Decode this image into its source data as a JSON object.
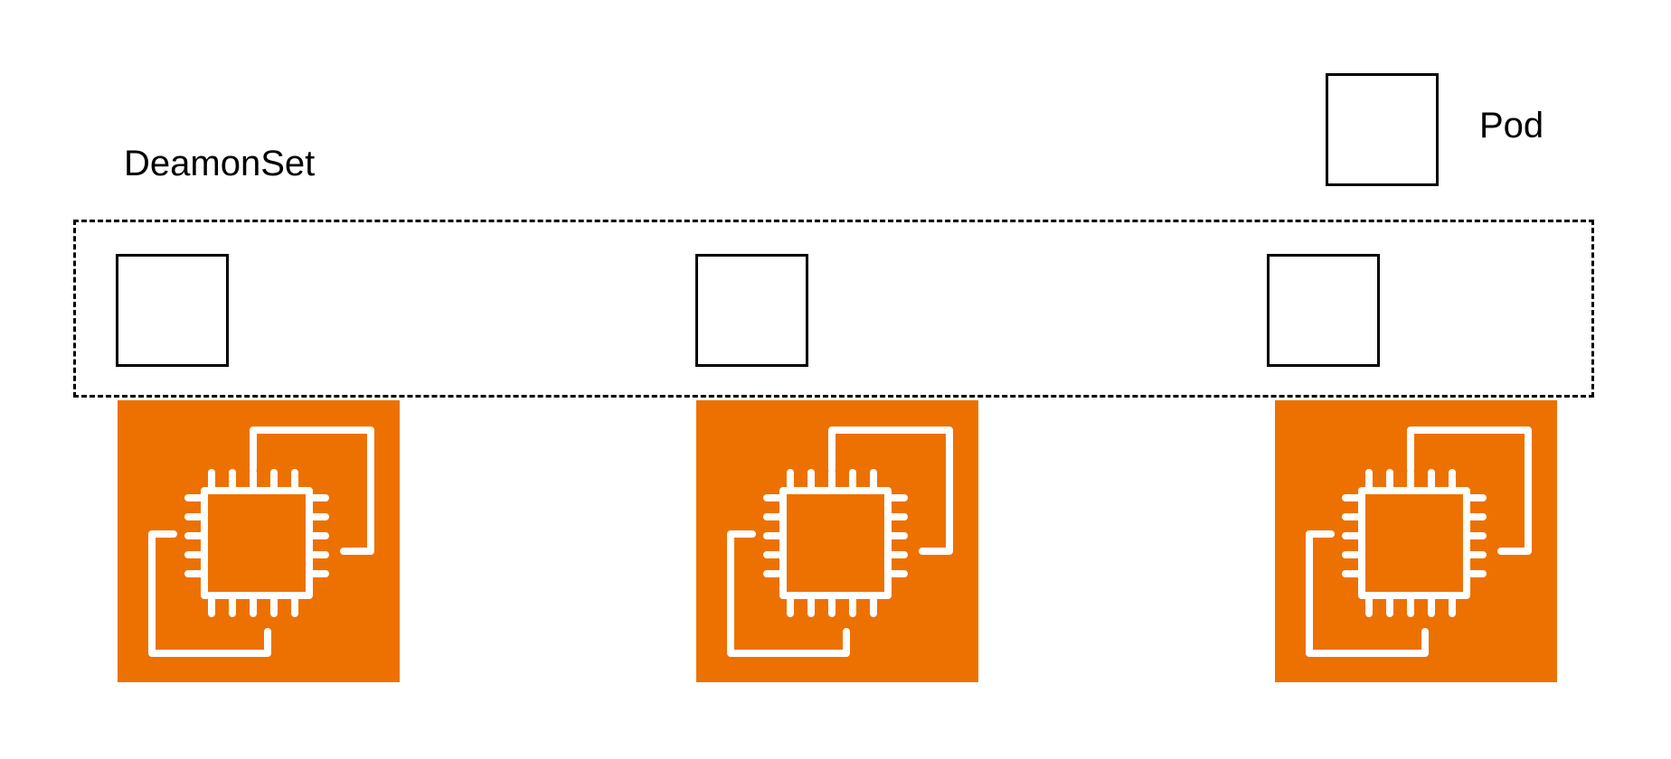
{
  "labels": {
    "daemonset": "DeamonSet",
    "pod": "Pod"
  },
  "colors": {
    "node_fill": "#ED7100",
    "icon_stroke": "#FFFFFF",
    "outline": "#000000"
  },
  "icons": {
    "node": "ec2-instances-chip-icon",
    "pod": "pod-square"
  },
  "pod_count": 3,
  "node_count": 3
}
